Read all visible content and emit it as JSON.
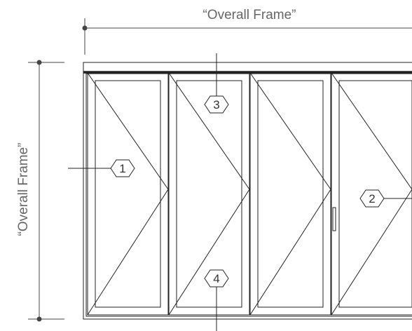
{
  "dimensions": {
    "horizontal_label": "“Overall Frame”",
    "vertical_label": "“Overall Frame”"
  },
  "callouts": [
    {
      "id": "callout-1",
      "label": "1"
    },
    {
      "id": "callout-2",
      "label": "2"
    },
    {
      "id": "callout-3",
      "label": "3"
    },
    {
      "id": "callout-4",
      "label": "4"
    }
  ],
  "colors": {
    "line": "#222222",
    "dimension": "#444444",
    "label_text": "#666666"
  }
}
